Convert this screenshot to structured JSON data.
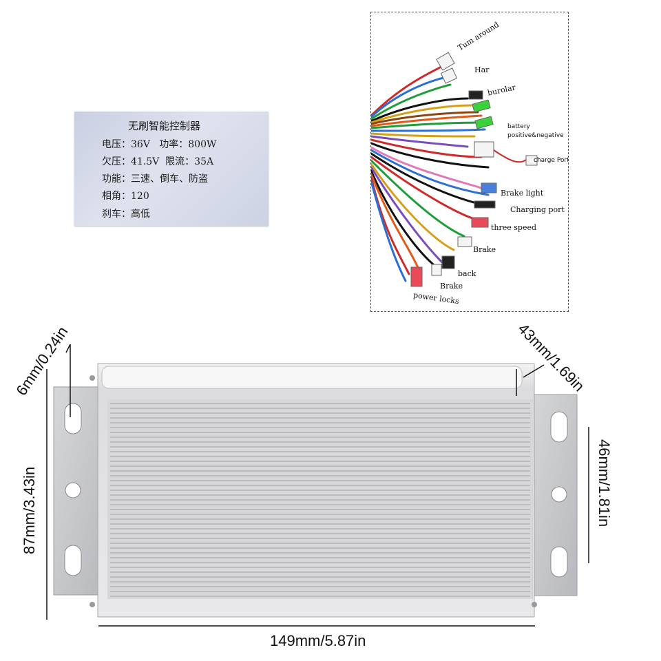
{
  "label": {
    "title": "无刷智能控制器",
    "line1": "电压：36V   功率：800W",
    "line2": "欠压：41.5V  限流：35A",
    "line3": "功能：三速、倒车、防盗",
    "line4": "相角：120",
    "line5": "刹车：高低"
  },
  "wiring": {
    "turn_around": "Tum around",
    "hall": "Har",
    "burglar": "burolar",
    "battery": "battery",
    "battery2": "positive&negative",
    "charge_port": "charge Port",
    "brake_light": "Brake light",
    "charging_port": "Charging port",
    "three_speed": "three speed",
    "brake": "Brake",
    "back": "back",
    "brake2": "Brake",
    "power_locks": "power locks"
  },
  "dimensions": {
    "hole": "6mm/0.24in",
    "height": "87mm/3.43in",
    "edge": "43mm/1.69in",
    "hole_spacing": "46mm/1.81in",
    "length": "149mm/5.87in"
  },
  "colors": {
    "housing": "#e6e6e8",
    "fins": "#b9b9bd",
    "bracket": "#c8c9cb",
    "label_bg": "#d5d9e8"
  }
}
